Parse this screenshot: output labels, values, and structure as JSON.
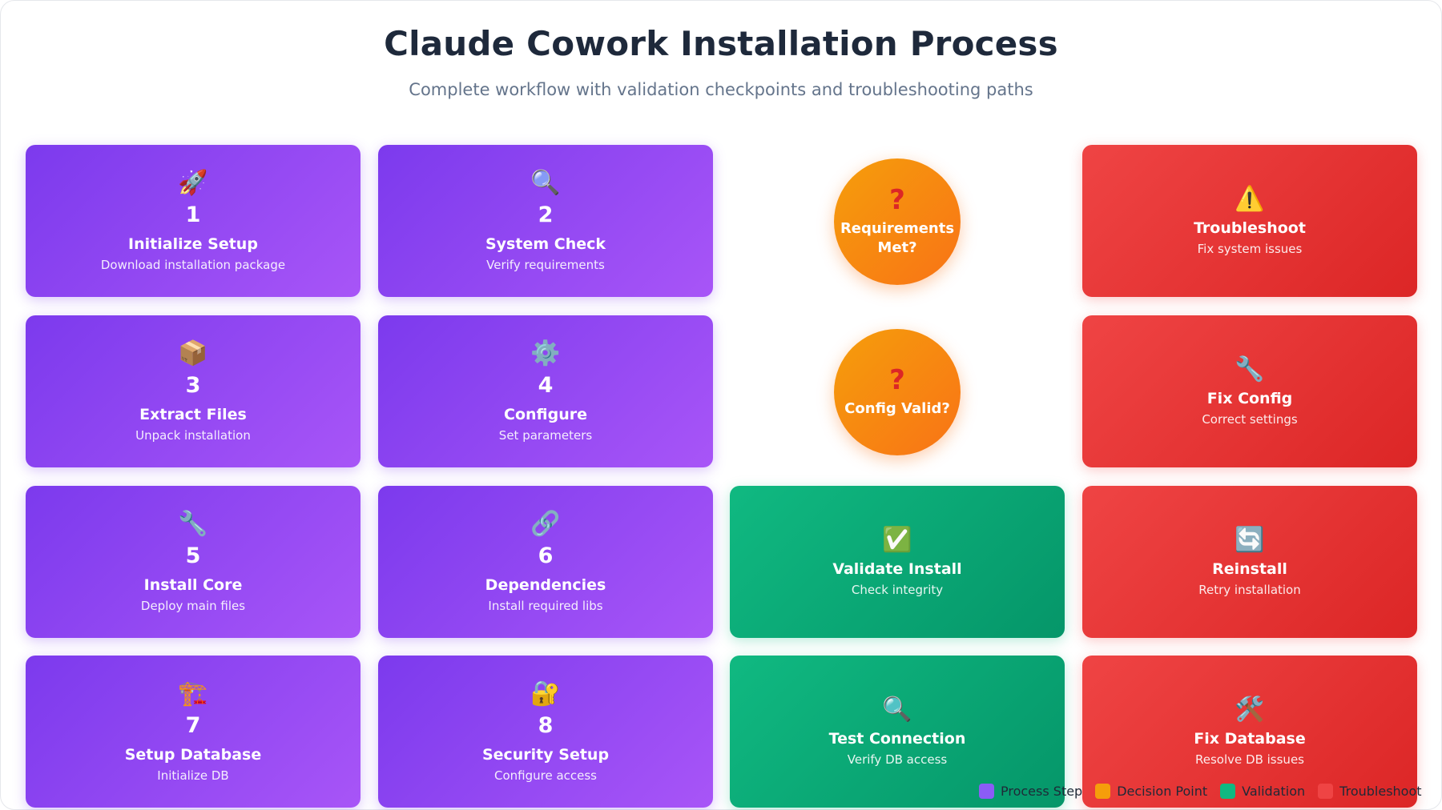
{
  "header": {
    "title": "Claude Cowork Installation Process",
    "subtitle": "Complete workflow with validation checkpoints and troubleshooting paths"
  },
  "colors": {
    "process": "#8b5cf6",
    "decision": "#f59e0b",
    "validation": "#10b981",
    "troubleshoot": "#ef4444"
  },
  "steps": [
    {
      "icon": "🚀",
      "icon_name": "rocket-icon",
      "number": "1",
      "label": "Initialize Setup",
      "desc": "Download installation package"
    },
    {
      "icon": "🔍",
      "icon_name": "magnifier-icon",
      "number": "2",
      "label": "System Check",
      "desc": "Verify requirements"
    },
    {
      "icon": "📦",
      "icon_name": "package-icon",
      "number": "3",
      "label": "Extract Files",
      "desc": "Unpack installation"
    },
    {
      "icon": "⚙️",
      "icon_name": "gear-icon",
      "number": "4",
      "label": "Configure",
      "desc": "Set parameters"
    },
    {
      "icon": "🔧",
      "icon_name": "wrench-icon",
      "number": "5",
      "label": "Install Core",
      "desc": "Deploy main files"
    },
    {
      "icon": "🔗",
      "icon_name": "link-icon",
      "number": "6",
      "label": "Dependencies",
      "desc": "Install required libs"
    },
    {
      "icon": "🏗️",
      "icon_name": "crane-icon",
      "number": "7",
      "label": "Setup Database",
      "desc": "Initialize DB"
    },
    {
      "icon": "🔐",
      "icon_name": "lock-icon",
      "number": "8",
      "label": "Security Setup",
      "desc": "Configure access"
    }
  ],
  "decisions": [
    {
      "symbol": "?",
      "label": "Requirements Met?"
    },
    {
      "symbol": "?",
      "label": "Config Valid?"
    }
  ],
  "validations": [
    {
      "icon": "✅",
      "icon_name": "checkmark-icon",
      "label": "Validate Install",
      "desc": "Check integrity"
    },
    {
      "icon": "🔍",
      "icon_name": "magnifier-icon",
      "label": "Test Connection",
      "desc": "Verify DB access"
    }
  ],
  "troubleshoots": [
    {
      "icon": "⚠️",
      "icon_name": "warning-icon",
      "label": "Troubleshoot",
      "desc": "Fix system issues"
    },
    {
      "icon": "🔧",
      "icon_name": "wrench-icon",
      "label": "Fix Config",
      "desc": "Correct settings"
    },
    {
      "icon": "🔄",
      "icon_name": "refresh-icon",
      "label": "Reinstall",
      "desc": "Retry installation"
    },
    {
      "icon": "🛠️",
      "icon_name": "tools-icon",
      "label": "Fix Database",
      "desc": "Resolve DB issues"
    }
  ],
  "legend": [
    {
      "label": "Process Step",
      "color": "#8b5cf6"
    },
    {
      "label": "Decision Point",
      "color": "#f59e0b"
    },
    {
      "label": "Validation",
      "color": "#10b981"
    },
    {
      "label": "Troubleshoot",
      "color": "#ef4444"
    }
  ]
}
